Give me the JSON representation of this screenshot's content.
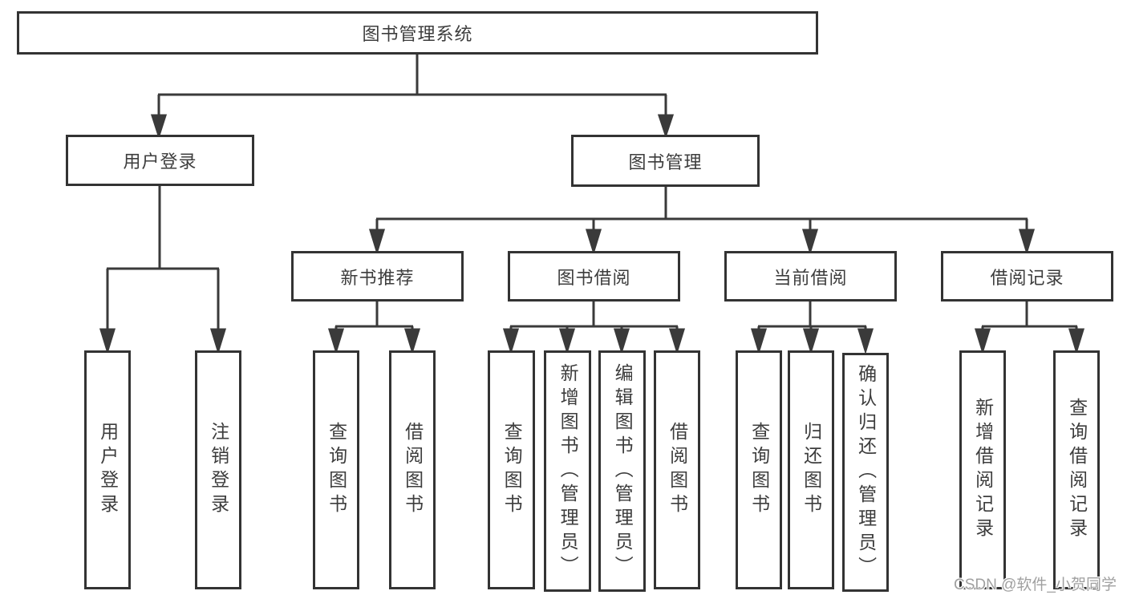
{
  "tree": {
    "label": "图书管理系统",
    "children": [
      {
        "label": "用户登录",
        "children": [
          {
            "label": "用户登录"
          },
          {
            "label": "注销登录"
          }
        ]
      },
      {
        "label": "图书管理",
        "children": [
          {
            "label": "新书推荐",
            "children": [
              {
                "label": "查询图书"
              },
              {
                "label": "借阅图书"
              }
            ]
          },
          {
            "label": "图书借阅",
            "children": [
              {
                "label": "查询图书"
              },
              {
                "label": "新增图书（管理员）"
              },
              {
                "label": "编辑图书（管理员）"
              },
              {
                "label": "借阅图书"
              }
            ]
          },
          {
            "label": "当前借阅",
            "children": [
              {
                "label": "查询图书"
              },
              {
                "label": "归还图书"
              },
              {
                "label": "确认归还（管理员）"
              }
            ]
          },
          {
            "label": "借阅记录",
            "children": [
              {
                "label": "新增借阅记录"
              },
              {
                "label": "查询借阅记录"
              }
            ]
          }
        ]
      }
    ]
  },
  "watermark": {
    "text": "CSDN @软件_小贺同学"
  },
  "colors": {
    "line": "#3a3a3a",
    "border": "#333333",
    "text": "#3d3d3d",
    "watermark": "#a0a0a0",
    "background": "#ffffff"
  }
}
